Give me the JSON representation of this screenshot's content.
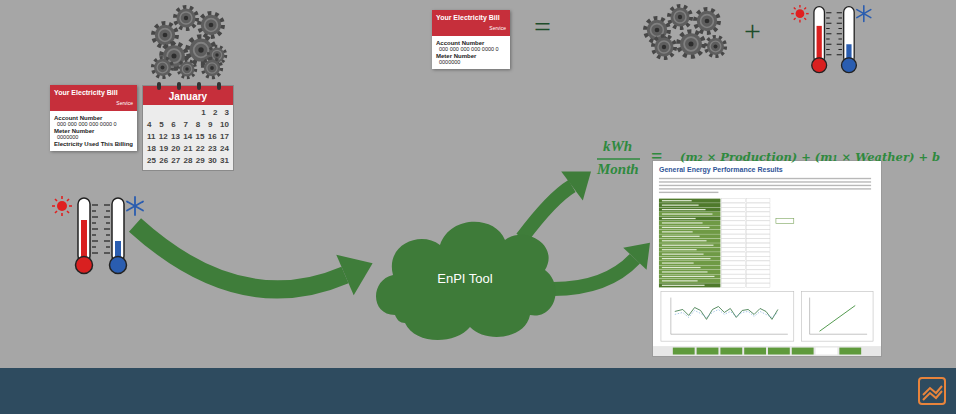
{
  "diagram": {
    "nodes": [
      {
        "text": [
          "Your Electricity Bill",
          "Service",
          "Account Number",
          "000 000 000 000 0000 0",
          "Meter Number",
          "0000000",
          "Electricity Used This Billing"
        ]
      },
      {
        "text": [
          "January",
          "1 2 3",
          "4 5 6 7 8 9 10",
          "11 12 13 14 15 16 17",
          "18 19 20 21 22 23 24",
          "25 26 27 28 29 30 31"
        ]
      },
      {
        "text": [
          "EnPI Tool"
        ]
      },
      {
        "text": [
          "Your Electricity Bill",
          "Service",
          "Account Number",
          "000 000 000 000 0000 0",
          "Meter Number",
          "0000000"
        ]
      },
      {
        "text": [
          "General Energy Performance Results"
        ]
      }
    ],
    "edges": [
      {
        "from": 2,
        "to": 4,
        "arrow": "to"
      }
    ],
    "labels": [
      "=",
      "+",
      "kWh",
      "Month",
      "=",
      "(m₂ × Production) + (m₁ × Weather) + b"
    ]
  }
}
